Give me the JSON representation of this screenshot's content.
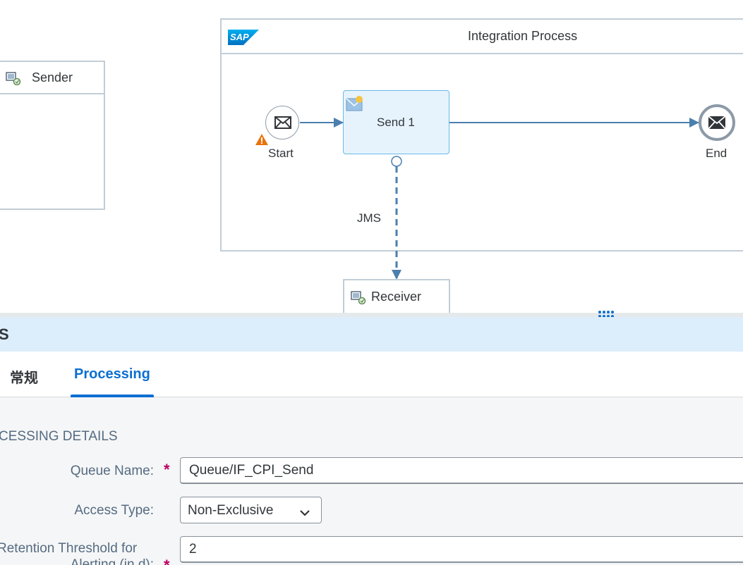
{
  "canvas": {
    "sender": {
      "label": "Sender",
      "icon": "system-icon"
    },
    "integration_process": {
      "title": "Integration Process",
      "logo": "SAP"
    },
    "start_event": {
      "label": "Start",
      "warning_icon": "warning-icon"
    },
    "send_step": {
      "label": "Send 1",
      "icon": "send-message-icon"
    },
    "end_event": {
      "label": "End"
    },
    "connection": {
      "label": "JMS"
    },
    "receiver": {
      "label": "Receiver",
      "icon": "system-icon"
    }
  },
  "panel": {
    "title": "S",
    "tabs": [
      {
        "label": "常规",
        "active": false
      },
      {
        "label": "Processing",
        "active": true
      }
    ],
    "section_title": "CESSING DETAILS",
    "fields": {
      "queue_name": {
        "label": "Queue Name:",
        "value": "Queue/IF_CPI_Send",
        "required": true
      },
      "access_type": {
        "label": "Access Type:",
        "value": "Non-Exclusive"
      },
      "retention": {
        "label_line1": "Retention Threshold for",
        "label_line2": "Alerting (in d):",
        "value": "2",
        "required": true
      }
    }
  },
  "colors": {
    "accent": "#0a6ed1",
    "connector": "#4b7fae",
    "warning": "#e9730c",
    "panel_header": "#dcedfb",
    "required": "#bb0066"
  }
}
